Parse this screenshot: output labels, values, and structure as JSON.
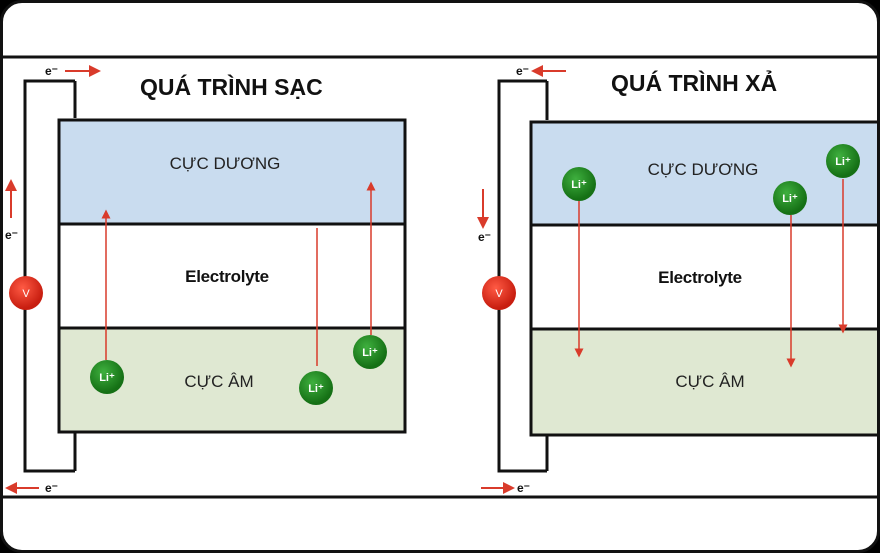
{
  "colors": {
    "positive": "#c9dcef",
    "electrolyte": "#ffffff",
    "negative": "#dfe8d2",
    "ion": "#1e8a1e",
    "arrow": "#d93b2b",
    "voltmeter": "#e8301e"
  },
  "icons": [
    "lithium-ion",
    "voltmeter",
    "electron-arrow"
  ],
  "panels": [
    {
      "title": "QUÁ TRÌNH SẠC",
      "positive_label": "CỰC DƯƠNG",
      "electrolyte_label": "Electrolyte",
      "negative_label": "CỰC ÂM",
      "ion_label": "Li⁺",
      "electron_label": "e⁻",
      "voltmeter_label": "V"
    },
    {
      "title": "QUÁ TRÌNH XẢ",
      "positive_label": "CỰC DƯƠNG",
      "electrolyte_label": "Electrolyte",
      "negative_label": "CỰC ÂM",
      "ion_label": "Li⁺",
      "electron_label": "e⁻",
      "voltmeter_label": "V"
    }
  ]
}
